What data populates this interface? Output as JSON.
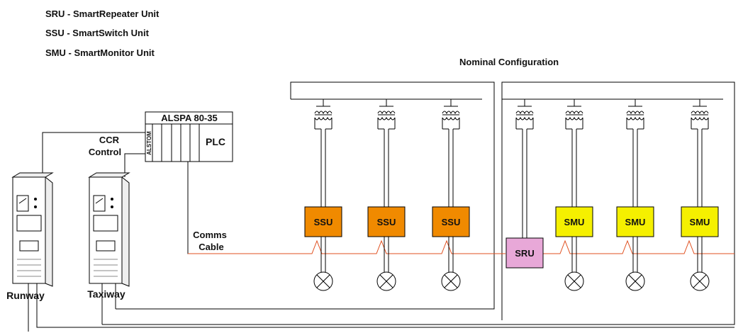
{
  "legend": {
    "sru": "SRU - SmartRepeater Unit",
    "ssu": "SSU - SmartSwitch Unit",
    "smu": "SMU - SmartMonitor Unit"
  },
  "diagram_title": "Nominal Configuration",
  "plc": {
    "header": "ALSPA 80-35",
    "label": "PLC",
    "brand": "ALSTOM"
  },
  "ccr_control": {
    "line1": "CCR",
    "line2": "Control"
  },
  "comms_cable": {
    "line1": "Comms",
    "line2": "Cable"
  },
  "regulators": [
    {
      "label": "Runway"
    },
    {
      "label": "Taxiway"
    }
  ],
  "units": {
    "ssu": "SSU",
    "smu": "SMU",
    "sru": "SRU"
  },
  "colors": {
    "ssu_fill": "#f08a00",
    "smu_fill": "#f5f000",
    "sru_fill": "#e8a8d8",
    "comms_line": "#e05020",
    "wire": "#000000"
  }
}
